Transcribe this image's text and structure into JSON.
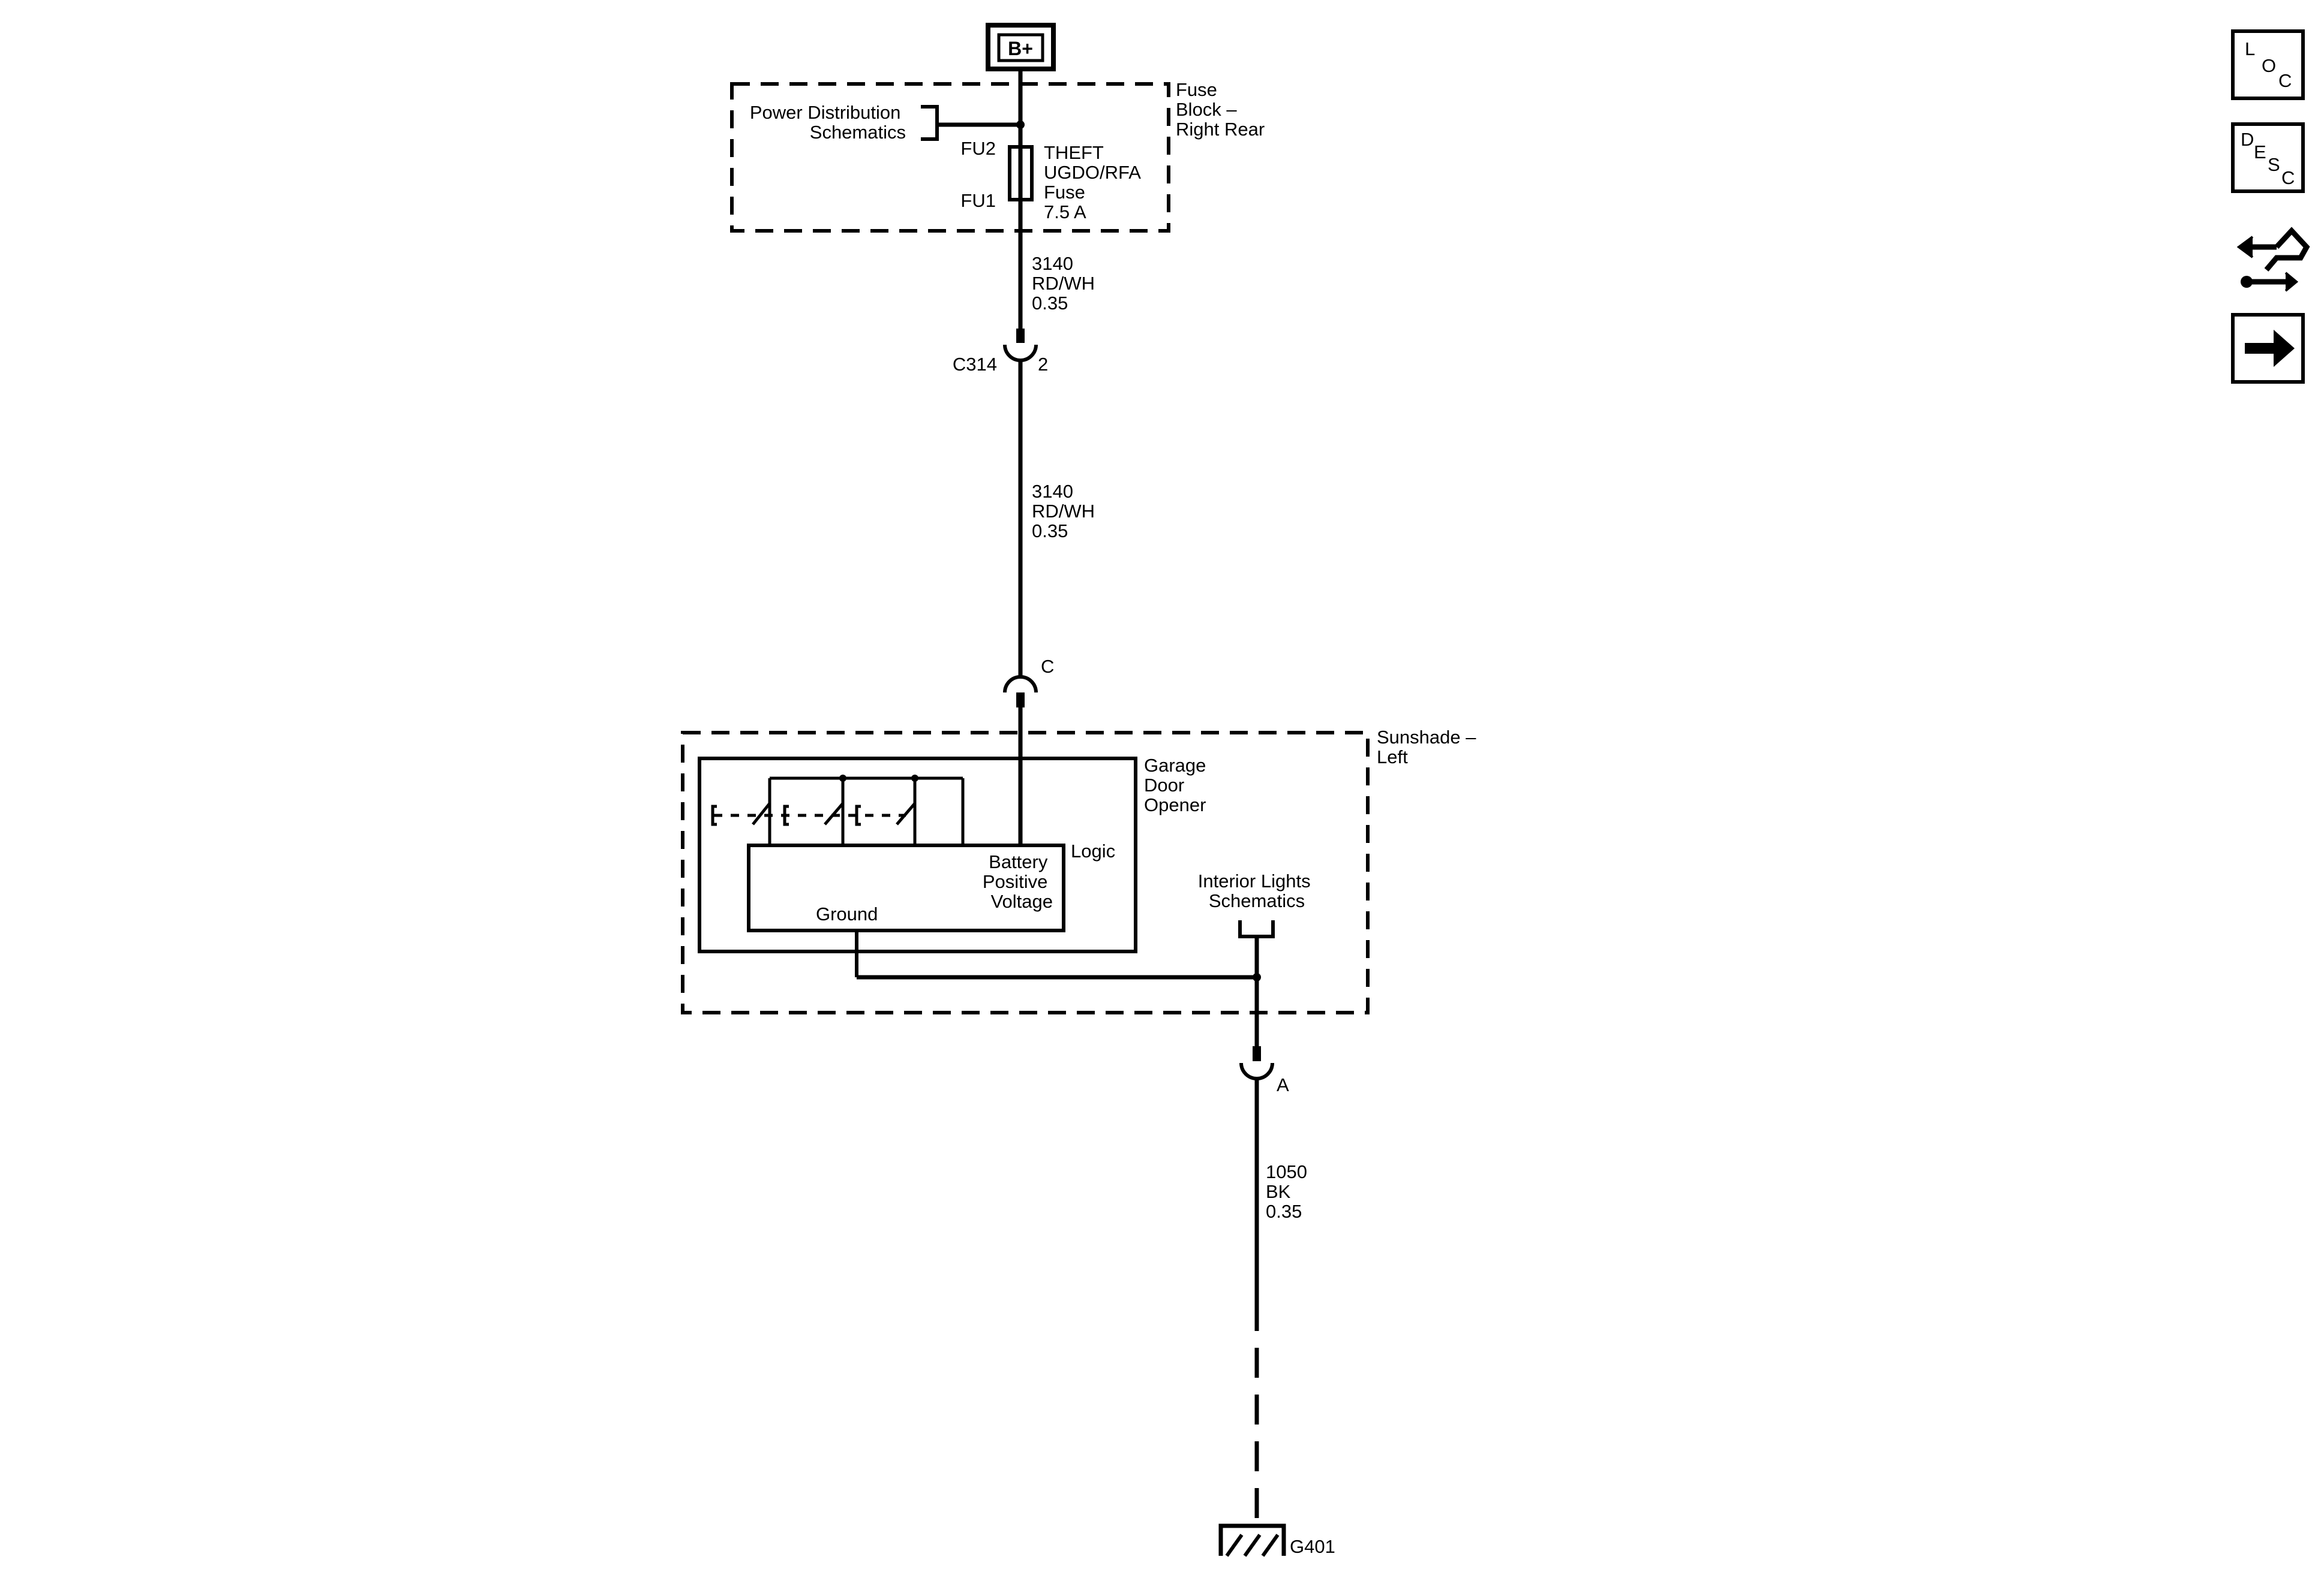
{
  "power": {
    "source": "B+"
  },
  "fuse_block": {
    "name_lines": [
      "Fuse",
      "Block –",
      "Right Rear"
    ],
    "power_dist_lines": [
      "Power Distribution",
      "Schematics"
    ],
    "fu2": "FU2",
    "fu1": "FU1",
    "fuse_lines": [
      "THEFT",
      "UGDO/RFA",
      "Fuse",
      "7.5 A"
    ]
  },
  "wire1": {
    "lines": [
      "3140",
      "RD/WH",
      "0.35"
    ]
  },
  "connector_c314": {
    "name": "C314",
    "pin": "2"
  },
  "wire2": {
    "lines": [
      "3140",
      "RD/WH",
      "0.35"
    ]
  },
  "connector_c": {
    "pin": "C"
  },
  "sunshade": {
    "name_lines": [
      "Sunshade –",
      "Left"
    ],
    "gdo_lines": [
      "Garage",
      "Door",
      "Opener"
    ],
    "logic": "Logic",
    "batt_lines": [
      "Battery",
      "Positive",
      "Voltage"
    ],
    "ground": "Ground",
    "interior_lines": [
      "Interior Lights",
      "Schematics"
    ]
  },
  "connector_a": {
    "pin": "A"
  },
  "wire3": {
    "lines": [
      "1050",
      "BK",
      "0.35"
    ]
  },
  "ground_point": {
    "name": "G401"
  },
  "nav": {
    "loc": [
      "L",
      "O",
      "C"
    ],
    "desc": [
      "D",
      "E",
      "S",
      "C"
    ]
  }
}
